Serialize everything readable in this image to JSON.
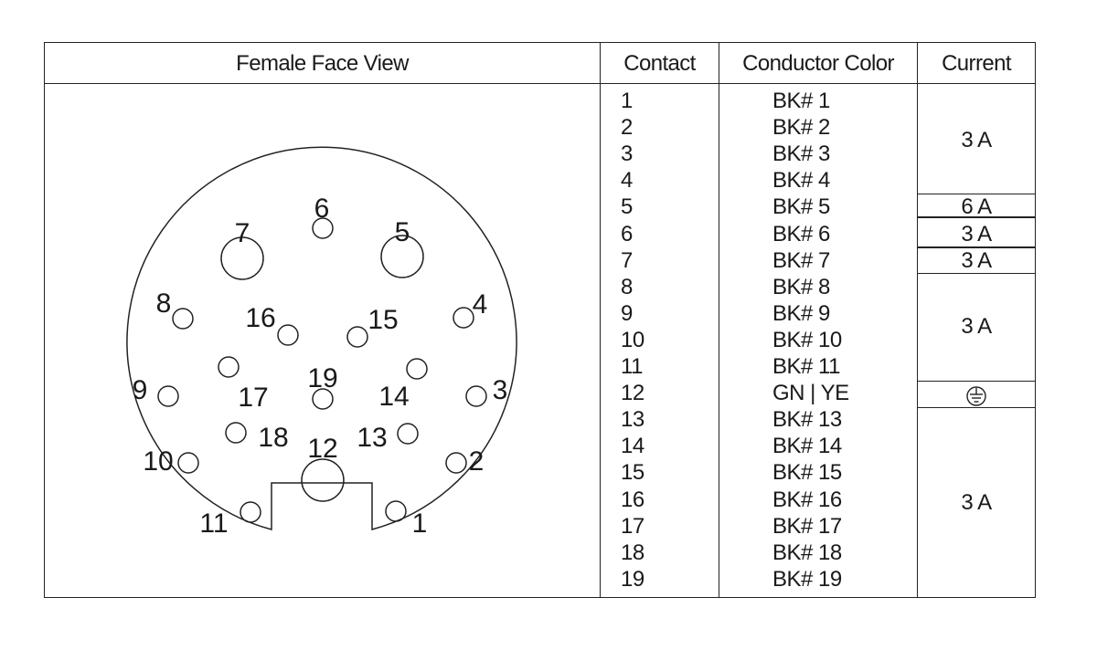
{
  "headers": {
    "face_view": "Female Face View",
    "contact": "Contact",
    "conductor_color": "Conductor Color",
    "current": "Current"
  },
  "rows": [
    {
      "contact": "1",
      "color": "BK# 1"
    },
    {
      "contact": "2",
      "color": "BK# 2"
    },
    {
      "contact": "3",
      "color": "BK# 3"
    },
    {
      "contact": "4",
      "color": "BK# 4"
    },
    {
      "contact": "5",
      "color": "BK# 5"
    },
    {
      "contact": "6",
      "color": "BK# 6"
    },
    {
      "contact": "7",
      "color": "BK# 7"
    },
    {
      "contact": "8",
      "color": "BK# 8"
    },
    {
      "contact": "9",
      "color": "BK# 9"
    },
    {
      "contact": "10",
      "color": "BK# 10"
    },
    {
      "contact": "11",
      "color": "BK# 11"
    },
    {
      "contact": "12",
      "color": "GN | YE"
    },
    {
      "contact": "13",
      "color": "BK# 13"
    },
    {
      "contact": "14",
      "color": "BK# 14"
    },
    {
      "contact": "15",
      "color": "BK# 15"
    },
    {
      "contact": "16",
      "color": "BK# 16"
    },
    {
      "contact": "17",
      "color": "BK# 17"
    },
    {
      "contact": "18",
      "color": "BK# 18"
    },
    {
      "contact": "19",
      "color": "BK# 19"
    }
  ],
  "current_groups": [
    {
      "contacts": "1-4",
      "label": "3 A"
    },
    {
      "contacts": "5",
      "label": "6 A"
    },
    {
      "contacts": "6",
      "label": "3 A"
    },
    {
      "contacts": "7",
      "label": "3 A"
    },
    {
      "contacts": "8-11",
      "label": "3 A"
    },
    {
      "contacts": "12",
      "label": "",
      "icon": "ground-icon"
    },
    {
      "contacts": "13-19",
      "label": "3 A"
    }
  ],
  "pin_labels": [
    "1",
    "2",
    "3",
    "4",
    "5",
    "6",
    "7",
    "8",
    "9",
    "10",
    "11",
    "12",
    "13",
    "14",
    "15",
    "16",
    "17",
    "18",
    "19"
  ]
}
